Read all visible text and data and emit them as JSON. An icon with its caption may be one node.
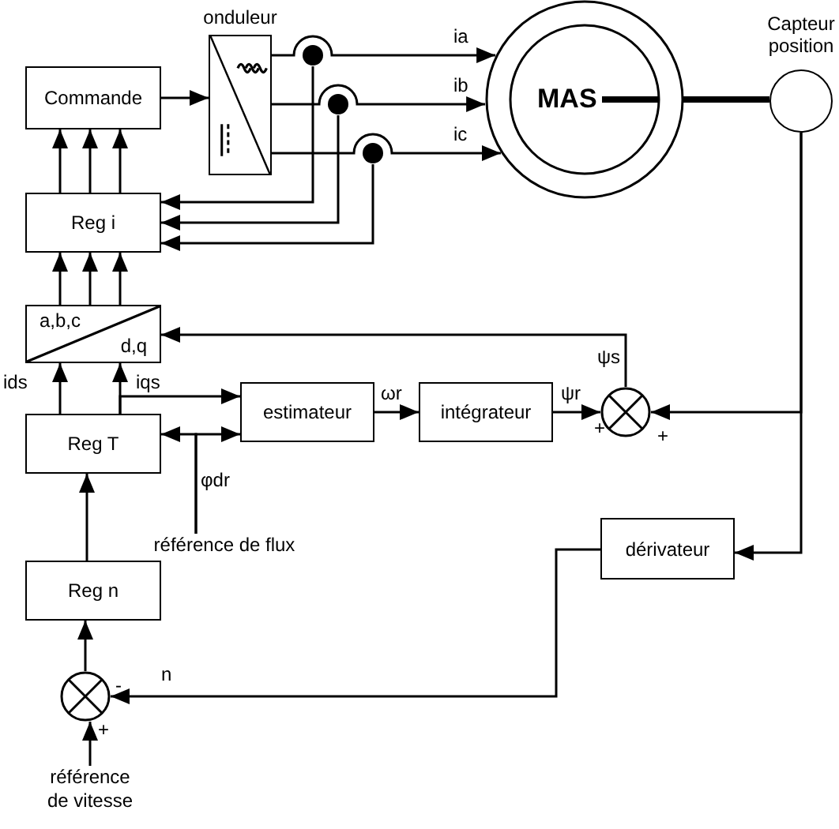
{
  "diagram": {
    "nodes": [
      {
        "text": [
          "Commande"
        ]
      },
      {
        "text": [
          "onduleur"
        ]
      },
      {
        "text": [
          "Reg i"
        ]
      },
      {
        "text": [
          "a,b,c",
          "d,q"
        ]
      },
      {
        "text": [
          "Reg T"
        ]
      },
      {
        "text": [
          "estimateur"
        ]
      },
      {
        "text": [
          "intégrateur"
        ]
      },
      {
        "text": [],
        "shape": "circle"
      },
      {
        "text": [
          "MAS"
        ]
      },
      {
        "text": [
          "Capteur position"
        ]
      },
      {
        "text": [
          "dérivateur"
        ]
      },
      {
        "text": [
          "Reg n"
        ]
      },
      {
        "text": [],
        "shape": "circle"
      },
      {
        "text": [
          "référence de flux"
        ]
      },
      {
        "text": [
          "référence de vitesse"
        ]
      },
      {
        "text": [],
        "shape": "circle"
      },
      {
        "text": [],
        "shape": "circle"
      },
      {
        "text": [],
        "shape": "circle"
      }
    ],
    "edges": [
      {
        "from": 0,
        "to": 1,
        "arrow": "to"
      },
      {
        "from": 2,
        "to": 0,
        "arrow": "to"
      },
      {
        "from": 2,
        "to": 0,
        "arrow": "to"
      },
      {
        "from": 2,
        "to": 0,
        "arrow": "to"
      },
      {
        "from": 3,
        "to": 2,
        "arrow": "to"
      },
      {
        "from": 3,
        "to": 2,
        "arrow": "to"
      },
      {
        "from": 3,
        "to": 2,
        "arrow": "to"
      },
      {
        "from": 4,
        "to": 3,
        "arrow": "to",
        "label": "ids"
      },
      {
        "from": 4,
        "to": 3,
        "arrow": "to",
        "label": "iqs"
      },
      {
        "from": 4,
        "to": 5,
        "arrow": "to"
      },
      {
        "from": 13,
        "to": 4,
        "arrow": "to",
        "label": "φdr"
      },
      {
        "from": 13,
        "to": 5,
        "arrow": "to"
      },
      {
        "from": 5,
        "to": 6,
        "arrow": "to",
        "label": "ωr"
      },
      {
        "from": 6,
        "to": 7,
        "arrow": "to",
        "label": "ψr"
      },
      {
        "from": 7,
        "to": 3,
        "arrow": "to",
        "label": "ψs"
      },
      {
        "from": 9,
        "to": 7,
        "arrow": "to"
      },
      {
        "from": 9,
        "to": 10,
        "arrow": "to"
      },
      {
        "from": 8,
        "to": 9,
        "arrow": "none",
        "style": "thick"
      },
      {
        "from": 10,
        "to": 12,
        "arrow": "to",
        "label": "n"
      },
      {
        "from": 11,
        "to": 4,
        "arrow": "to"
      },
      {
        "from": 12,
        "to": 11,
        "arrow": "to"
      },
      {
        "from": 14,
        "to": 12,
        "arrow": "to"
      },
      {
        "from": 1,
        "to": 8,
        "arrow": "to",
        "label": "ia"
      },
      {
        "from": 1,
        "to": 8,
        "arrow": "to",
        "label": "ib"
      },
      {
        "from": 1,
        "to": 8,
        "arrow": "to",
        "label": "ic"
      },
      {
        "from": 15,
        "to": 2,
        "arrow": "to"
      },
      {
        "from": 16,
        "to": 2,
        "arrow": "to"
      },
      {
        "from": 17,
        "to": 2,
        "arrow": "to"
      }
    ],
    "labels": [
      "+",
      "+",
      "-",
      "+"
    ]
  }
}
